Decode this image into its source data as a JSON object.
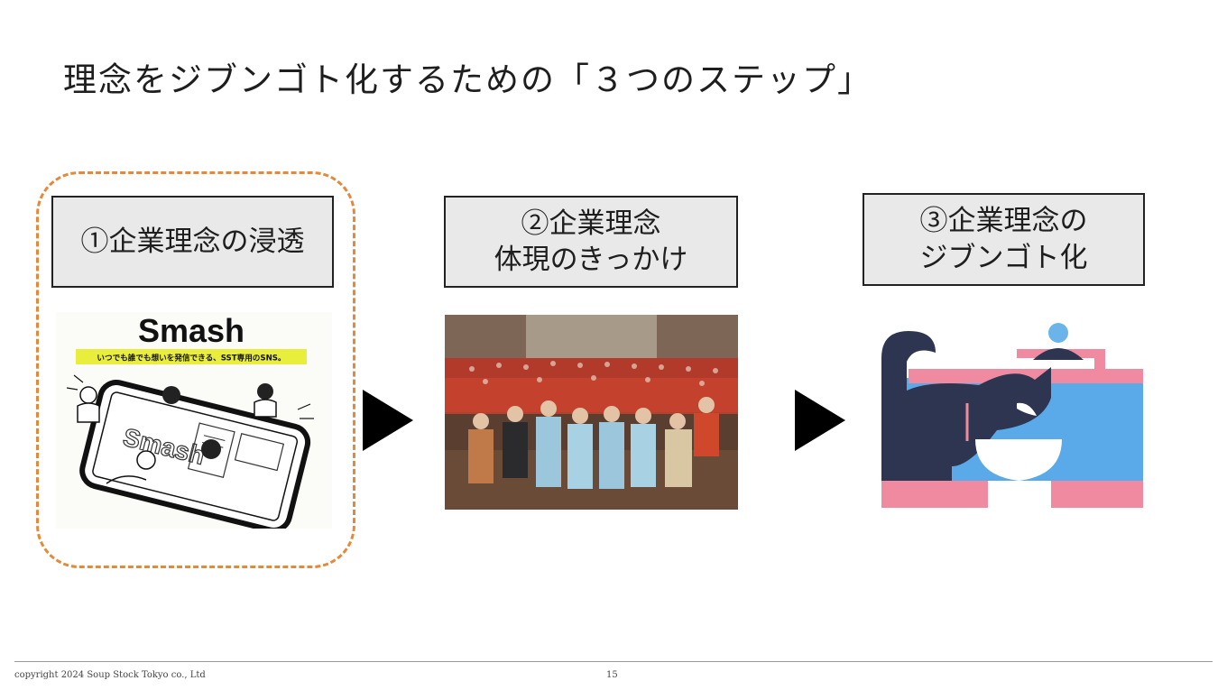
{
  "slide": {
    "title": "理念をジブンゴト化するための「３つのステップ」",
    "steps": [
      {
        "lines": [
          "①企業理念の浸透"
        ]
      },
      {
        "lines": [
          "②企業理念",
          "体現のきっかけ"
        ]
      },
      {
        "lines": [
          "③企業理念の",
          "ジブンゴト化"
        ]
      }
    ],
    "smash": {
      "logo": "Smash",
      "tagline": "いつでも誰でも想いを発信できる、SST専用のSNS。"
    }
  },
  "footer": {
    "copyright": "copyright 2024 Soup Stock Tokyo co., Ltd",
    "page_number": "15"
  },
  "colors": {
    "highlight_border": "#e38a3a",
    "step_box_fill": "#e9e9e9",
    "smash_tagline_bg": "#e9ee3c",
    "illus_blue": "#5aa9e8",
    "illus_pink": "#f08aa0",
    "illus_navy": "#2e3550"
  }
}
